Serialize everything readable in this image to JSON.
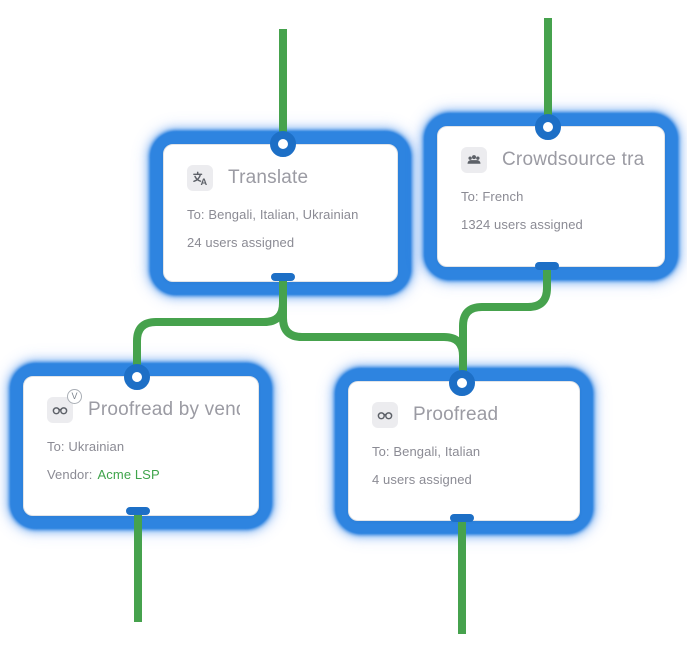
{
  "canvas": {
    "name": "translation-workflow-editor"
  },
  "colors": {
    "selection_blue": "#2e84e0",
    "connector_blue": "#1d6fc6",
    "line_green": "#46a24d",
    "vendor_green": "#3fa44b"
  },
  "nodes": [
    {
      "title": "Translate",
      "icon": "translate-icon",
      "meta1": "To: Bengali, Italian, Ukrainian",
      "meta2": "24 users assigned"
    },
    {
      "title": "Crowdsource tra…",
      "icon": "crowdsource-icon",
      "meta1": "To: French",
      "meta2": "1324 users assigned"
    },
    {
      "title": "Proofread by vendor",
      "icon": "proofread-by-vendor-icon",
      "badge": "V",
      "meta1": "To: Ukrainian",
      "vendor_label": "Vendor:",
      "vendor_value": "Acme LSP"
    },
    {
      "title": "Proofread",
      "icon": "proofread-icon",
      "meta1": "To: Bengali, Italian",
      "meta2": "4 users assigned"
    }
  ]
}
